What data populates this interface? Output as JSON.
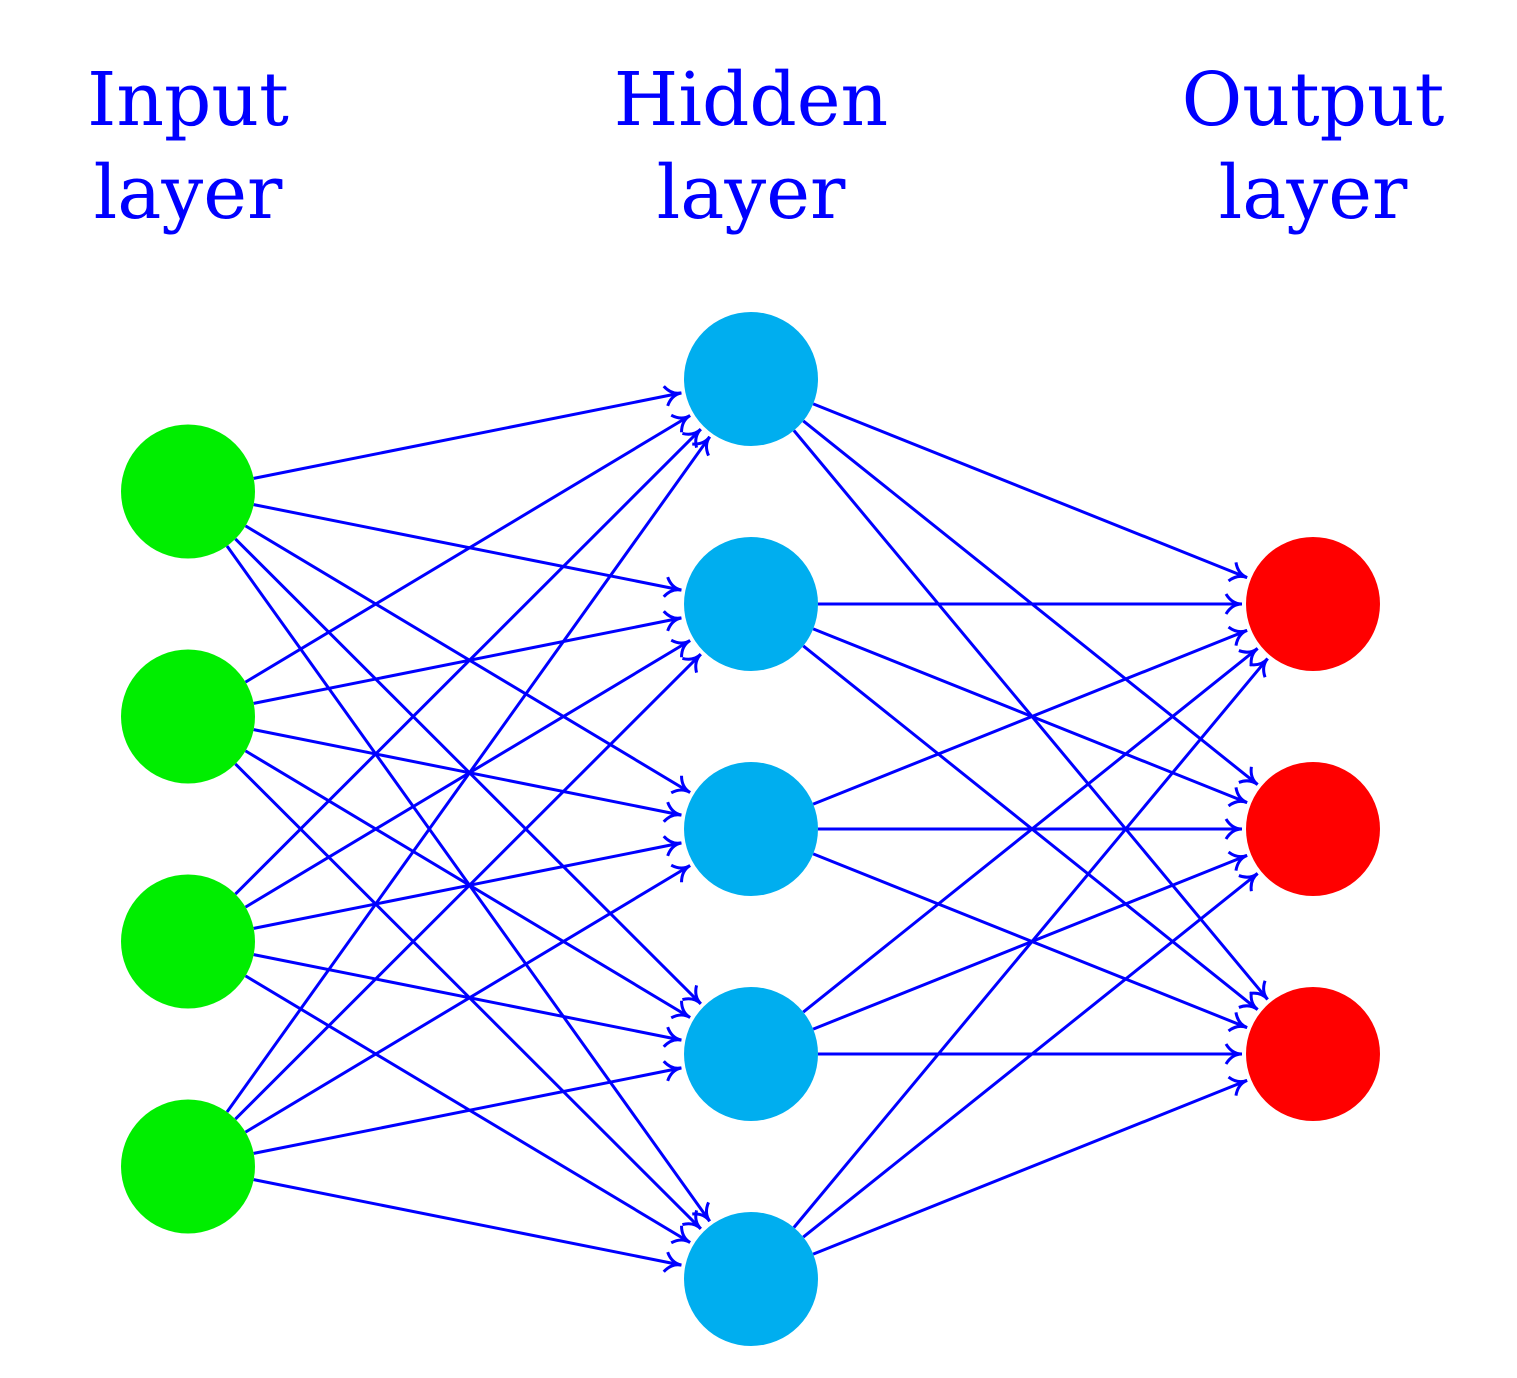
{
  "diagram": {
    "type": "feedforward-neural-network",
    "colors": {
      "label": "#0000ff",
      "edge": "#0000ff",
      "input_node": "#00ee00",
      "hidden_node": "#00aeef",
      "output_node": "#ff0000"
    },
    "layers": [
      {
        "id": "input",
        "title_line1": "Input",
        "title_line2": "layer",
        "node_count": 4,
        "color_key": "input_node"
      },
      {
        "id": "hidden",
        "title_line1": "Hidden",
        "title_line2": "layer",
        "node_count": 5,
        "color_key": "hidden_node"
      },
      {
        "id": "output",
        "title_line1": "Output",
        "title_line2": "layer",
        "node_count": 3,
        "color_key": "output_node"
      }
    ],
    "connectivity": "fully-connected",
    "edge_style": "arrow"
  }
}
